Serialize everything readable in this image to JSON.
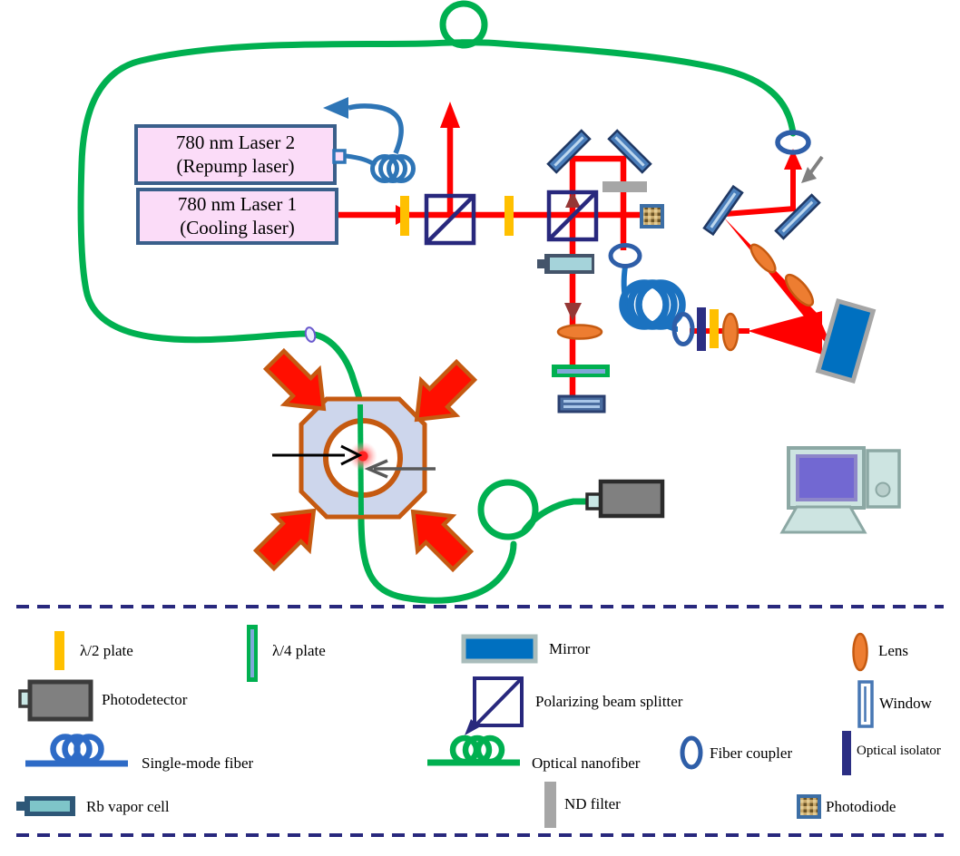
{
  "diagram": {
    "lasers": [
      {
        "line1": "780 nm Laser 2",
        "line2": "(Repump laser)"
      },
      {
        "line1": "780 nm Laser 1",
        "line2": "(Cooling laser)"
      }
    ]
  },
  "legend": {
    "items": [
      {
        "icon": "half-wave-plate-icon",
        "label": "λ/2 plate"
      },
      {
        "icon": "quarter-wave-plate-icon",
        "label": "λ/4 plate"
      },
      {
        "icon": "mirror-icon",
        "label": "Mirror"
      },
      {
        "icon": "lens-icon",
        "label": "Lens"
      },
      {
        "icon": "photodetector-icon",
        "label": "Photodetector"
      },
      {
        "icon": "polarizing-beam-splitter-icon",
        "label": "Polarizing beam splitter"
      },
      {
        "icon": "window-icon",
        "label": "Window"
      },
      {
        "icon": "single-mode-fiber-icon",
        "label": "Single-mode fiber"
      },
      {
        "icon": "nanofiber-icon",
        "label": "Optical nanofiber"
      },
      {
        "icon": "fiber-coupler-icon",
        "label": "Fiber coupler"
      },
      {
        "icon": "optical-isolator-icon",
        "label": "Optical isolator"
      },
      {
        "icon": "rb-vapor-cell-icon",
        "label": "Rb vapor cell"
      },
      {
        "icon": "nd-filter-icon",
        "label": "ND filter"
      },
      {
        "icon": "photodiode-icon",
        "label": "Photodiode"
      }
    ]
  },
  "colors": {
    "laser_beam_red": "#FF0000",
    "fiber_green": "#00B050",
    "fiber_blue": "#2E6BC6",
    "waveplate_yellow": "#FFC000",
    "lens_orange": "#ED7D31",
    "pbs_navy": "#28287D",
    "mirror_blue": "#0070C0",
    "chamber_border_orange": "#C55A11",
    "chamber_fill": "#CDD6EC",
    "nd_gray": "#A6A6A6",
    "laser_box_fill": "#FBDCF8",
    "laser_box_border": "#3A5F8B"
  }
}
